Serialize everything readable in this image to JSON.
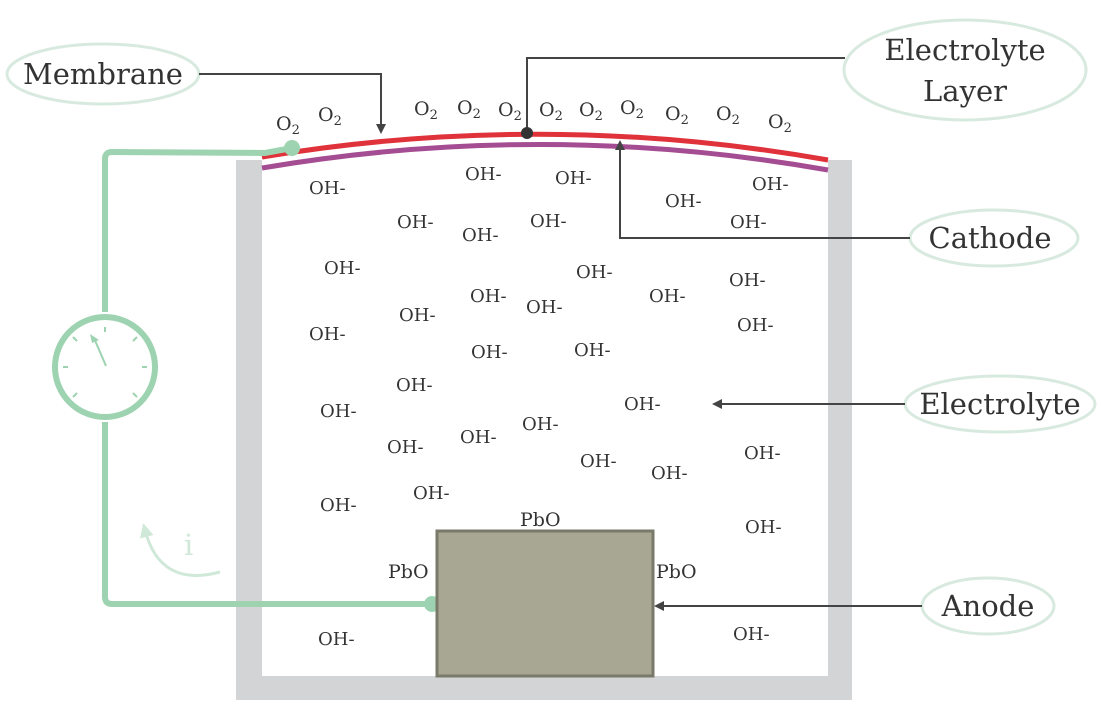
{
  "labels": {
    "membrane": "Membrane",
    "electrolyte_layer_line1": "Electrolyte",
    "electrolyte_layer_line2": "Layer",
    "cathode": "Cathode",
    "electrolyte": "Electrolyte",
    "anode": "Anode",
    "current": "i"
  },
  "oxygen": {
    "base": "O",
    "sub": "2"
  },
  "hydroxide": "OH-",
  "lead_oxide": "PbO",
  "colors": {
    "wire": "#9dd3b0",
    "callout_border": "#d8eadf",
    "membrane": "#e0323a",
    "cathode": "#a54d92",
    "container": "#d3d4d6",
    "anode": "#a8a794",
    "anode_border": "#7a7a6a",
    "arrow": "#444444"
  },
  "icons": {
    "meter": "ammeter-gauge-icon",
    "current_arrow": "current-direction-arrow-icon"
  }
}
